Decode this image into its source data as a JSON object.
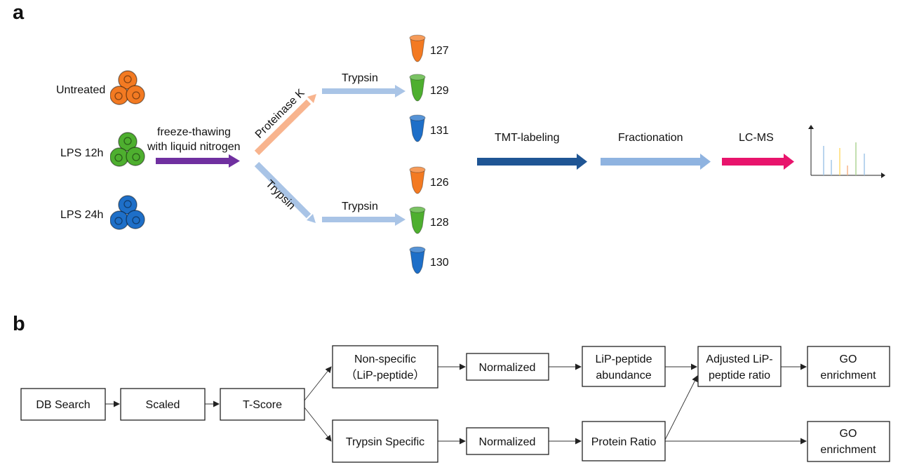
{
  "panel_a": {
    "label": "a",
    "conditions": [
      "Untreated",
      "LPS 12h",
      "LPS 24h"
    ],
    "lysis_step": [
      "freeze-thawing",
      "with liquid nitrogen"
    ],
    "branch_upper_enzyme": "Proteinase K",
    "branch_lower_enzyme": "Trypsin",
    "digest_upper": "Trypsin",
    "digest_lower": "Trypsin",
    "tmt_channels_upper": [
      "127",
      "129",
      "131"
    ],
    "tmt_channels_lower": [
      "126",
      "128",
      "130"
    ],
    "steps": [
      "TMT-labeling",
      "Fractionation",
      "LC-MS"
    ],
    "colors": {
      "orange": "#F37A22",
      "green": "#4EAF2F",
      "blue": "#1E6FC8",
      "purple": "#7030A0",
      "peach": "#F8B48E",
      "light_blue": "#A9C4E6",
      "dark_blue": "#1F5594",
      "mid_blue": "#8FB3E0",
      "pink": "#E8146C"
    },
    "icons": [
      "cell-cluster-icon",
      "sample-tube-icon",
      "spectrum-icon"
    ]
  },
  "panel_b": {
    "label": "b",
    "nodes": {
      "db_search": [
        "DB Search"
      ],
      "scaled": [
        "Scaled"
      ],
      "t_score": [
        "T-Score"
      ],
      "non_specific": [
        "Non-specific",
        "（LiP-peptide）"
      ],
      "trypsin_specific": [
        "Trypsin Specific"
      ],
      "normalized_top": [
        "Normalized"
      ],
      "normalized_bottom": [
        "Normalized"
      ],
      "lip_abundance": [
        "LiP-peptide",
        "abundance"
      ],
      "protein_ratio": [
        "Protein Ratio"
      ],
      "adjusted_ratio": [
        "Adjusted LiP-",
        "peptide ratio"
      ],
      "go_top": [
        "GO",
        "enrichment"
      ],
      "go_bottom": [
        "GO",
        "enrichment"
      ]
    }
  }
}
